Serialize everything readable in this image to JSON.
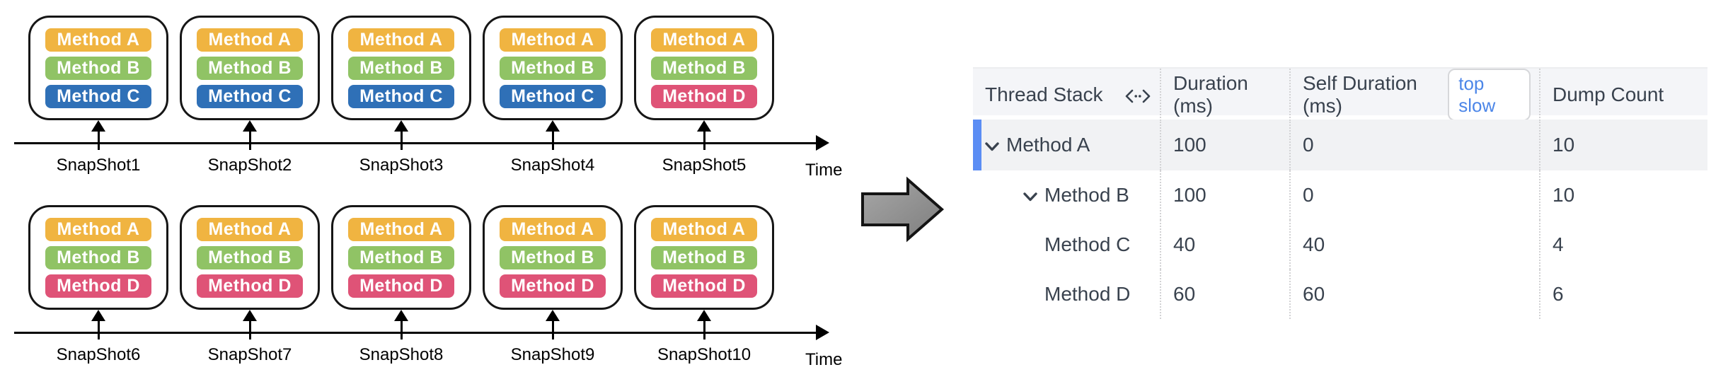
{
  "colors": {
    "method_a": "#F0B441",
    "method_b": "#90C365",
    "method_c": "#2F70B7",
    "method_d": "#DF5377",
    "selected_row_bar": "#5B8DF4",
    "top_slow_text": "#4C86E8"
  },
  "diagram": {
    "timelines": [
      {
        "time_label": "Time",
        "snapshots": [
          {
            "label": "SnapShot1",
            "methods": [
              {
                "name": "Method A",
                "color": "#F0B441"
              },
              {
                "name": "Method B",
                "color": "#90C365"
              },
              {
                "name": "Method C",
                "color": "#2F70B7"
              }
            ]
          },
          {
            "label": "SnapShot2",
            "methods": [
              {
                "name": "Method A",
                "color": "#F0B441"
              },
              {
                "name": "Method B",
                "color": "#90C365"
              },
              {
                "name": "Method C",
                "color": "#2F70B7"
              }
            ]
          },
          {
            "label": "SnapShot3",
            "methods": [
              {
                "name": "Method A",
                "color": "#F0B441"
              },
              {
                "name": "Method B",
                "color": "#90C365"
              },
              {
                "name": "Method C",
                "color": "#2F70B7"
              }
            ]
          },
          {
            "label": "SnapShot4",
            "methods": [
              {
                "name": "Method A",
                "color": "#F0B441"
              },
              {
                "name": "Method B",
                "color": "#90C365"
              },
              {
                "name": "Method C",
                "color": "#2F70B7"
              }
            ]
          },
          {
            "label": "SnapShot5",
            "methods": [
              {
                "name": "Method A",
                "color": "#F0B441"
              },
              {
                "name": "Method B",
                "color": "#90C365"
              },
              {
                "name": "Method D",
                "color": "#DF5377"
              }
            ]
          }
        ]
      },
      {
        "time_label": "Time",
        "snapshots": [
          {
            "label": "SnapShot6",
            "methods": [
              {
                "name": "Method A",
                "color": "#F0B441"
              },
              {
                "name": "Method B",
                "color": "#90C365"
              },
              {
                "name": "Method D",
                "color": "#DF5377"
              }
            ]
          },
          {
            "label": "SnapShot7",
            "methods": [
              {
                "name": "Method A",
                "color": "#F0B441"
              },
              {
                "name": "Method B",
                "color": "#90C365"
              },
              {
                "name": "Method D",
                "color": "#DF5377"
              }
            ]
          },
          {
            "label": "SnapShot8",
            "methods": [
              {
                "name": "Method A",
                "color": "#F0B441"
              },
              {
                "name": "Method B",
                "color": "#90C365"
              },
              {
                "name": "Method D",
                "color": "#DF5377"
              }
            ]
          },
          {
            "label": "SnapShot9",
            "methods": [
              {
                "name": "Method A",
                "color": "#F0B441"
              },
              {
                "name": "Method B",
                "color": "#90C365"
              },
              {
                "name": "Method D",
                "color": "#DF5377"
              }
            ]
          },
          {
            "label": "SnapShot10",
            "methods": [
              {
                "name": "Method A",
                "color": "#F0B441"
              },
              {
                "name": "Method B",
                "color": "#90C365"
              },
              {
                "name": "Method D",
                "color": "#DF5377"
              }
            ]
          }
        ]
      }
    ]
  },
  "table": {
    "header": {
      "thread_stack": "Thread Stack",
      "duration": "Duration (ms)",
      "self_duration": "Self Duration (ms)",
      "top_slow": "top slow",
      "dump_count": "Dump Count"
    },
    "rows": [
      {
        "name": "Method A",
        "level": 0,
        "expanded": true,
        "selected": true,
        "duration": "100",
        "self_duration": "0",
        "dump_count": "10"
      },
      {
        "name": "Method B",
        "level": 1,
        "expanded": true,
        "selected": false,
        "duration": "100",
        "self_duration": "0",
        "dump_count": "10"
      },
      {
        "name": "Method C",
        "level": 2,
        "expanded": false,
        "selected": false,
        "duration": "40",
        "self_duration": "40",
        "dump_count": "4"
      },
      {
        "name": "Method D",
        "level": 2,
        "expanded": false,
        "selected": false,
        "duration": "60",
        "self_duration": "60",
        "dump_count": "6"
      }
    ]
  }
}
